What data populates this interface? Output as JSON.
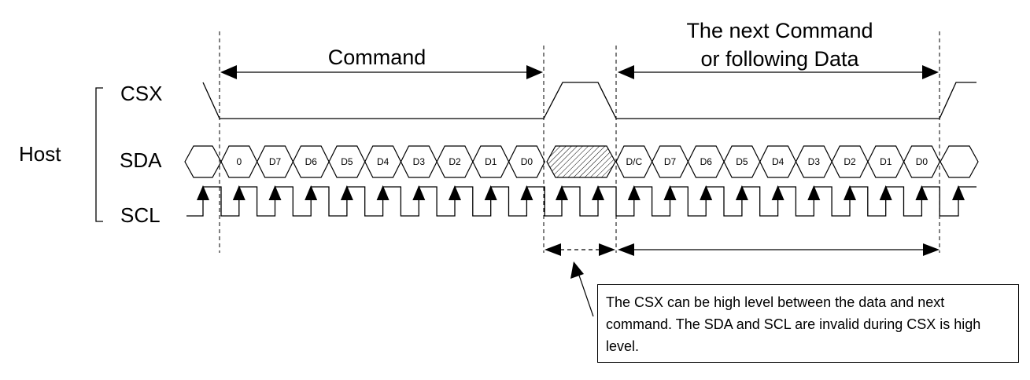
{
  "labels": {
    "host": "Host",
    "csx": "CSX",
    "sda": "SDA",
    "scl": "SCL",
    "command": "Command",
    "next_line1": "The next Command",
    "next_line2": "or following Data"
  },
  "sda_bits": {
    "command": [
      "0",
      "D7",
      "D6",
      "D5",
      "D4",
      "D3",
      "D2",
      "D1",
      "D0"
    ],
    "next": [
      "D/C",
      "D7",
      "D6",
      "D5",
      "D4",
      "D3",
      "D2",
      "D1",
      "D0"
    ]
  },
  "note": "The CSX can be high level between the data and next command. The SDA and SCL are invalid during CSX is high level."
}
